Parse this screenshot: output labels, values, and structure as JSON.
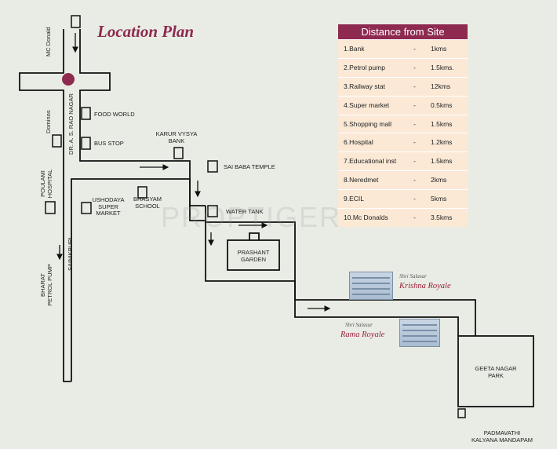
{
  "title": "Location Plan",
  "watermark": "PROPTIGER",
  "distance_table": {
    "heading": "Distance from Site",
    "rows": [
      {
        "name": "1.Bank",
        "dash": "-",
        "value": "1kms"
      },
      {
        "name": "2.Petrol pump",
        "dash": "-",
        "value": "1.5kms."
      },
      {
        "name": "3.Railway stat",
        "dash": "-",
        "value": "12kms"
      },
      {
        "name": "4.Super market",
        "dash": "-",
        "value": "0.5kms"
      },
      {
        "name": "5.Shopping mall",
        "dash": "-",
        "value": "1.5kms"
      },
      {
        "name": "6.Hospital",
        "dash": "-",
        "value": "1.2kms"
      },
      {
        "name": "7.Educational inst",
        "dash": "-",
        "value": "1.5kms"
      },
      {
        "name": "8.Neredmet",
        "dash": "-",
        "value": "2kms"
      },
      {
        "name": "9.ECIL",
        "dash": "-",
        "value": "5kms"
      },
      {
        "name": "10.Mc Donalds",
        "dash": "-",
        "value": "3.5kms"
      }
    ]
  },
  "landmarks": {
    "mc_donald": "MC Donald",
    "dominos": "Dominos",
    "dr_road": "DR. A. S. RAO NAGAR",
    "food_world": "FOOD WORLD",
    "bus_stop": "BUS STOP",
    "karur_vysya_1": "KARUR VYSYA",
    "karur_vysya_2": "BANK",
    "sai_baba": "SAI BABA TEMPLE",
    "poulami_1": "POULAMI",
    "poulami_2": "HOSPITAL",
    "ushodaya_1": "USHODAYA",
    "ushodaya_2": "SUPER",
    "ushodaya_3": "MARKET",
    "bhasyam_1": "BHASYAM",
    "bhasyam_2": "SCHOOL",
    "water_tank": "WATER TANK",
    "sainikpuri": "SAINIKPURI",
    "bharat_1": "BHARAT",
    "bharat_2": "PETROL PUMP",
    "prashant_1": "PRASHANT",
    "prashant_2": "GARDEN",
    "geeta_1": "GEETA NAGAR",
    "geeta_2": "PARK",
    "padmavathi_1": "PADMAVATHI",
    "padmavathi_2": "KALYANA MANDAPAM"
  },
  "projects": {
    "krishna_small": "Shri Salasar",
    "krishna_name": "Krishna Royale",
    "rama_small": "Shri Salasar",
    "rama_name": "Rama Royale"
  },
  "colors": {
    "accent": "#8e2a50",
    "table_bg": "#fbe9d6",
    "background": "#e9ece4",
    "road": "#111111",
    "project_name": "#9a1f3a"
  }
}
